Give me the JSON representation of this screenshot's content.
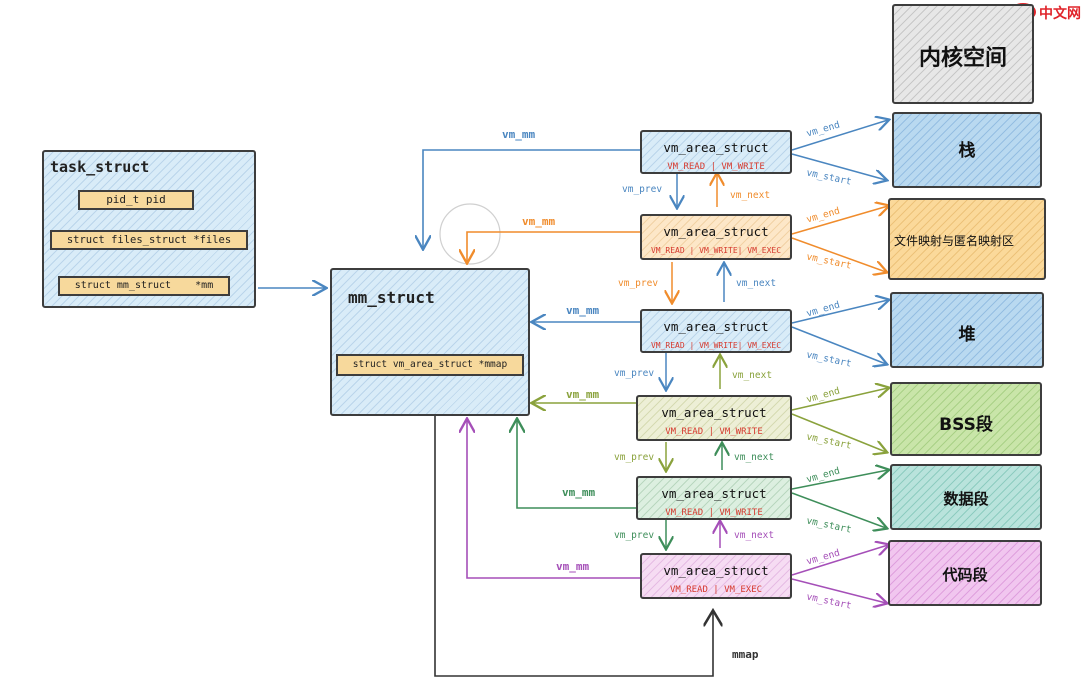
{
  "watermark": {
    "logo": "php",
    "text": "中文网"
  },
  "task_struct": {
    "title": "task_struct",
    "fields": [
      "pid_t  pid",
      "struct files_struct *files",
      "struct mm_struct    *mm"
    ]
  },
  "mm_struct": {
    "title": "mm_struct",
    "field": "struct vm_area_struct *mmap"
  },
  "vm_area_structs": [
    {
      "title": "vm_area_struct",
      "flags": "VM_READ | VM_WRITE"
    },
    {
      "title": "vm_area_struct",
      "flags": "VM_READ | VM_WRITE| VM_EXEC"
    },
    {
      "title": "vm_area_struct",
      "flags": "VM_READ | VM_WRITE| VM_EXEC"
    },
    {
      "title": "vm_area_struct",
      "flags": "VM_READ | VM_WRITE"
    },
    {
      "title": "vm_area_struct",
      "flags": "VM_READ | VM_WRITE"
    },
    {
      "title": "vm_area_struct",
      "flags": "VM_READ | VM_EXEC"
    }
  ],
  "segments": [
    {
      "label": "内核空间"
    },
    {
      "label": "栈"
    },
    {
      "label": "文件映射与匿名映射区"
    },
    {
      "label": "堆"
    },
    {
      "label": "BSS段"
    },
    {
      "label": "数据段"
    },
    {
      "label": "代码段"
    }
  ],
  "labels": {
    "vm_mm": "vm_mm",
    "vm_prev": "vm_prev",
    "vm_next": "vm_next",
    "vm_end": "vm_end",
    "vm_start": "vm_start",
    "mmap": "mmap"
  },
  "colors": {
    "blue": "#4a86c0",
    "orange": "#f08c2c",
    "olive": "#8aa23c",
    "green": "#3e8e5a",
    "purple": "#a54fb8",
    "dark": "#333333",
    "flags": "#d63a2f"
  }
}
